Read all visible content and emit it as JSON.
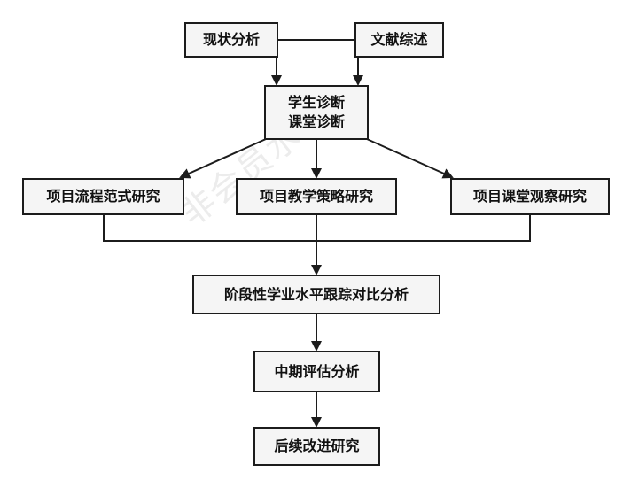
{
  "nodes": {
    "status_analysis": "现状分析",
    "literature_review": "文献综述",
    "diagnosis_line1": "学生诊断",
    "diagnosis_line2": "课堂诊断",
    "process_paradigm": "项目流程范式研究",
    "teaching_strategy": "项目教学策略研究",
    "classroom_observation": "项目课堂观察研究",
    "stage_tracking": "阶段性学业水平跟踪对比分析",
    "midterm_evaluation": "中期评估分析",
    "followup_research": "后续改进研究"
  },
  "watermark": "非会员水印",
  "colors": {
    "stroke": "#1c1c1c",
    "node_fill": "#f5f5f5",
    "watermark": "#ececec"
  }
}
